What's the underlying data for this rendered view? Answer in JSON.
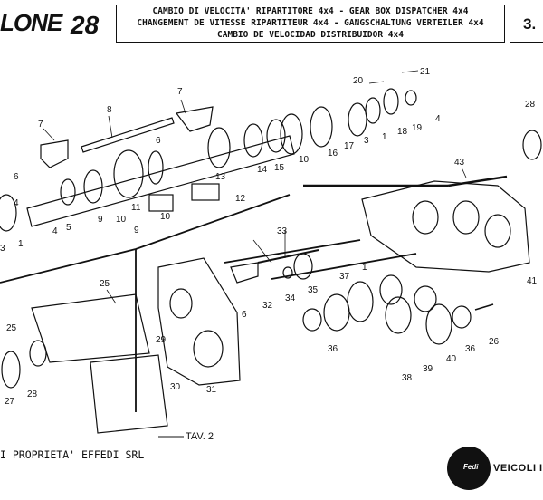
{
  "header": {
    "brand": "LONE",
    "table_number": "28",
    "title_lines": [
      "CAMBIO DI VELOCITA' RIPARTITORE 4x4 - GEAR BOX DISPATCHER 4x4",
      "CHANGEMENT DE VITESSE RIPARTITEUR 4x4 - GANGSCHALTUNG VERTEILER 4x4",
      "CAMBIO DE VELOCIDAD DISTRIBUIDOR 4x4"
    ],
    "sheet": "3."
  },
  "callouts": {
    "c1a": "1",
    "c1b": "1",
    "c1c": "1",
    "c3a": "3",
    "c3b": "3",
    "c4a": "4",
    "c4b": "4",
    "c5": "5",
    "c6a": "6",
    "c6b": "6",
    "c6c": "6",
    "c7a": "7",
    "c7b": "7",
    "c8": "8",
    "c9a": "9",
    "c9b": "9",
    "c10a": "10",
    "c10b": "10",
    "c11": "11",
    "c12": "12",
    "c13": "13",
    "c14": "14",
    "c15": "15",
    "c16": "16",
    "c17": "17",
    "c18": "18",
    "c19": "19",
    "c20": "20",
    "c21": "21",
    "c25a": "25",
    "c25b": "25",
    "c26": "26",
    "c27": "27",
    "c28a": "28",
    "c28b": "28",
    "c29": "29",
    "c30": "30",
    "c31": "31",
    "c32": "32",
    "c33": "33",
    "c34": "34",
    "c35": "35",
    "c36a": "36",
    "c36b": "36",
    "c37": "37",
    "c38": "38",
    "c39": "39",
    "c40": "40",
    "c41": "41",
    "c43": "43"
  },
  "tav_label": "TAV. 2",
  "footer": {
    "left_text": "I PROPRIETA' EFFEDI SRL",
    "logo_text": "Fedi",
    "right_text": "VEICOLI I"
  }
}
